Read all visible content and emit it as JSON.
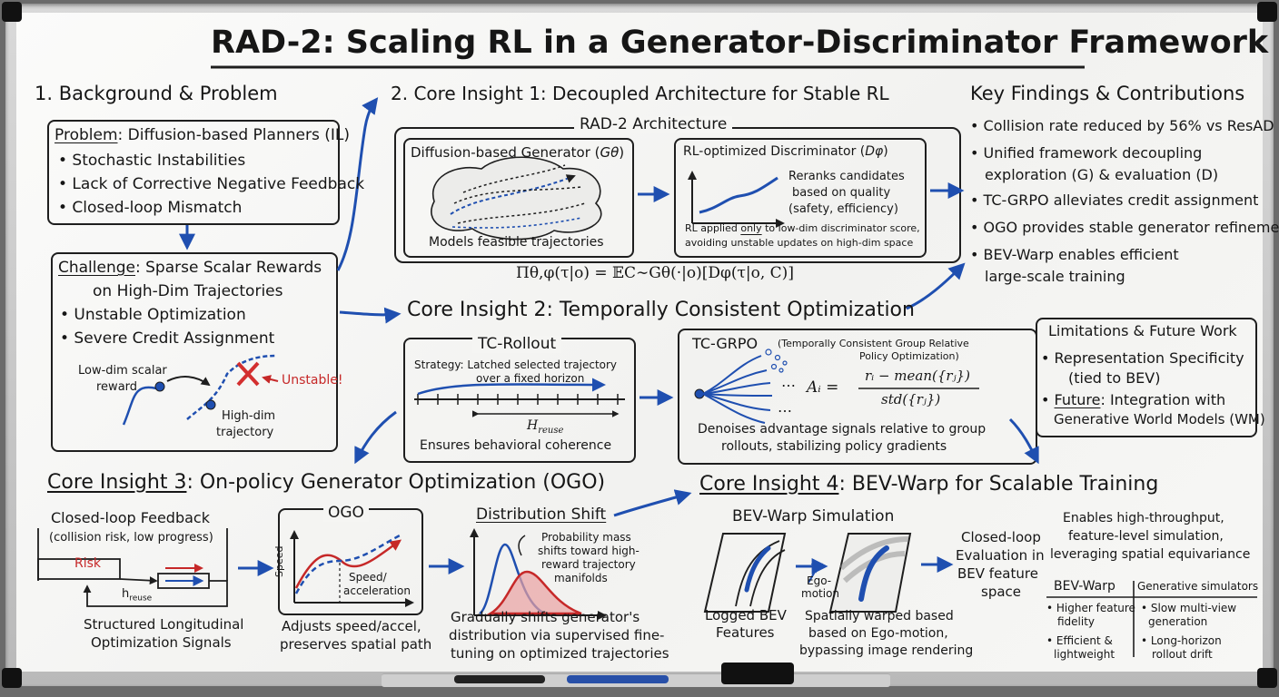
{
  "title": "RAD-2: Scaling RL in a Generator-Discriminator Framework",
  "background": {
    "heading": "1. Background & Problem",
    "problem_label": "Problem",
    "problem_text": ": Diffusion-based Planners (IL)",
    "problem_items": [
      "• Stochastic Instabilities",
      "• Lack of Corrective Negative Feedback",
      "• Closed-loop Mismatch"
    ],
    "challenge_label": "Challenge",
    "challenge_line1": ": Sparse Scalar Rewards",
    "challenge_line2": "on High-Dim Trajectories",
    "challenge_items": [
      "• Unstable Optimization",
      "• Severe Credit Assignment"
    ],
    "sketch_low_dim_line1": "Low-dim scalar",
    "sketch_low_dim_line2": "reward",
    "sketch_unstable": "Unstable!",
    "sketch_high_dim_line1": "High-dim",
    "sketch_high_dim_line2": "trajectory"
  },
  "insight1": {
    "heading": "2. Core Insight 1: Decoupled Architecture for Stable RL",
    "arch_label": "RAD-2 Architecture",
    "generator_title": "Diffusion-based Generator (",
    "generator_symbol": "Gθ",
    "generator_caption": "Models feasible trajectories",
    "discriminator_title": "RL-optimized Discriminator (",
    "discriminator_symbol": "Dφ",
    "discriminator_desc_line1": "Reranks candidates",
    "discriminator_desc_line2": "based on quality",
    "discriminator_desc_line3": "(safety, efficiency)",
    "discriminator_note_prefix": "RL applied ",
    "discriminator_note_only": "only",
    "discriminator_note_suffix": " to low-dim discriminator score,",
    "discriminator_note_line2": "avoiding unstable updates on high-dim space",
    "formula": "Πθ,φ(τ|o) = 𝔼C∼Gθ(·|o)[Dφ(τ|o, C)]"
  },
  "findings": {
    "heading": "Key Findings & Contributions",
    "items": [
      [
        "• Collision rate reduced by 56% vs ResAD"
      ],
      [
        "• Unified framework decoupling",
        "exploration (G) & evaluation (D)"
      ],
      [
        "• TC-GRPO alleviates credit assignment"
      ],
      [
        "• OGO provides stable generator refinement"
      ],
      [
        "• BEV-Warp enables efficient",
        "large-scale training"
      ]
    ]
  },
  "insight2": {
    "heading": "Core Insight 2: Temporally Consistent Optimization",
    "rollout_title": "TC-Rollout",
    "rollout_strategy_line1": "Strategy: Latched selected trajectory",
    "rollout_strategy_line2": "over a fixed horizon",
    "rollout_h": "H",
    "rollout_h_sub": "reuse",
    "rollout_caption": "Ensures behavioral coherence",
    "grpo_title": "TC-GRPO",
    "grpo_sub_line1": "(Temporally Consistent Group Relative",
    "grpo_sub_line2": "Policy Optimization)",
    "grpo_formula_lhs": "Aᵢ =",
    "grpo_formula_num": "rᵢ − mean({rⱼ})",
    "grpo_formula_den": "std({rⱼ})",
    "grpo_dots": "…",
    "grpo_caption_line1": "Denoises advantage signals relative to group",
    "grpo_caption_line2": "rollouts, stabilizing policy gradients"
  },
  "limitations": {
    "title": "Limitations & Future Work",
    "item1_line1": "• Representation Specificity",
    "item1_line2": "(tied to BEV)",
    "item2_label": "Future",
    "item2_text": ": Integration with",
    "item2_line2": "Generative World Models (WM)"
  },
  "insight3": {
    "heading_label": "Core Insight 3",
    "heading_text": ": On-policy Generator Optimization (OGO)",
    "feedback_title": "Closed-loop Feedback",
    "feedback_sub": "(collision risk, low progress)",
    "risk": "Risk",
    "h": "h",
    "h_sub": "reuse",
    "feedback_caption_line1": "Structured Longitudinal",
    "feedback_caption_line2": "Optimization Signals",
    "ogo_title": "OGO",
    "ogo_yaxis": "Speed",
    "ogo_label_line1": "Speed/",
    "ogo_label_line2": "acceleration",
    "ogo_caption_line1": "Adjusts speed/accel,",
    "ogo_caption_line2": "preserves spatial path",
    "shift_title": "Distribution Shift",
    "shift_desc_line1": "Probability mass",
    "shift_desc_line2": "shifts toward high-",
    "shift_desc_line3": "reward trajectory",
    "shift_desc_line4": "manifolds",
    "shift_caption_line1": "Gradually shifts generator's",
    "shift_caption_line2": "distribution via supervised fine-",
    "shift_caption_line3": "tuning on optimized trajectories"
  },
  "insight4": {
    "heading_label": "Core Insight 4",
    "heading_text": ": BEV-Warp for Scalable Training",
    "sim_title": "BEV-Warp Simulation",
    "ego_line1": "Ego-",
    "ego_line2": "motion",
    "logged_line1": "Logged BEV",
    "logged_line2": "Features",
    "warp_caption_line1": "Spatially warped based",
    "warp_caption_line2": "based on Ego-motion,",
    "warp_caption_line3": "bypassing image rendering",
    "eval_line1": "Closed-loop",
    "eval_line2": "Evaluation in",
    "eval_line3": "BEV feature",
    "eval_line4": "space",
    "enables_line1": "Enables high-throughput,",
    "enables_line2": "feature-level simulation,",
    "enables_line3": "leveraging spatial equivariance",
    "table_col1": "BEV-Warp",
    "table_col2": "Generative simulators",
    "table_left": [
      [
        "• Higher feature",
        "fidelity"
      ],
      [
        "• Efficient &",
        "lightweight"
      ]
    ],
    "table_right": [
      [
        "• Slow multi-view",
        "generation"
      ],
      [
        "• Long-horizon",
        "rollout drift"
      ]
    ]
  },
  "colors": {
    "accent_blue": "#1f4fb0",
    "accent_red": "#c62828",
    "ink": "#161616"
  }
}
